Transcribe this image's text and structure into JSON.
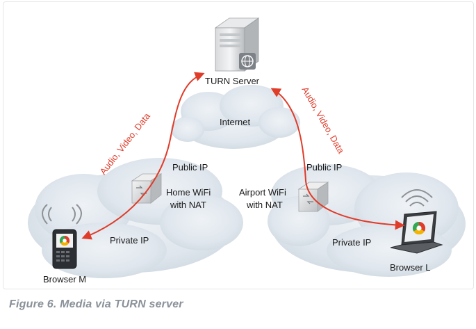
{
  "diagram": {
    "nodes": {
      "server": "TURN Server",
      "internet": "Internet",
      "browser_m": "Browser M",
      "browser_l": "Browser L",
      "router_left_line1": "Home WiFi",
      "router_left_line2": "with NAT",
      "router_right_line1": "Airport WiFi",
      "router_right_line2": "with NAT"
    },
    "labels": {
      "public_ip_left": "Public IP",
      "public_ip_right": "Public IP",
      "private_ip_left": "Private IP",
      "private_ip_right": "Private IP"
    },
    "flows": {
      "left": "Audio, Video, Data",
      "right": "Audio, Video, Data"
    },
    "colors": {
      "flow_arrow": "#e03c2a",
      "cloud": "#d9e2ea",
      "caption": "#8a9199"
    },
    "icons": [
      "server-icon",
      "globe-icon",
      "router-icon",
      "phone-icon",
      "laptop-icon",
      "signal-icon",
      "cloud-icon",
      "chrome-logo-icon"
    ]
  },
  "caption": "Figure 6. Media via TURN server"
}
